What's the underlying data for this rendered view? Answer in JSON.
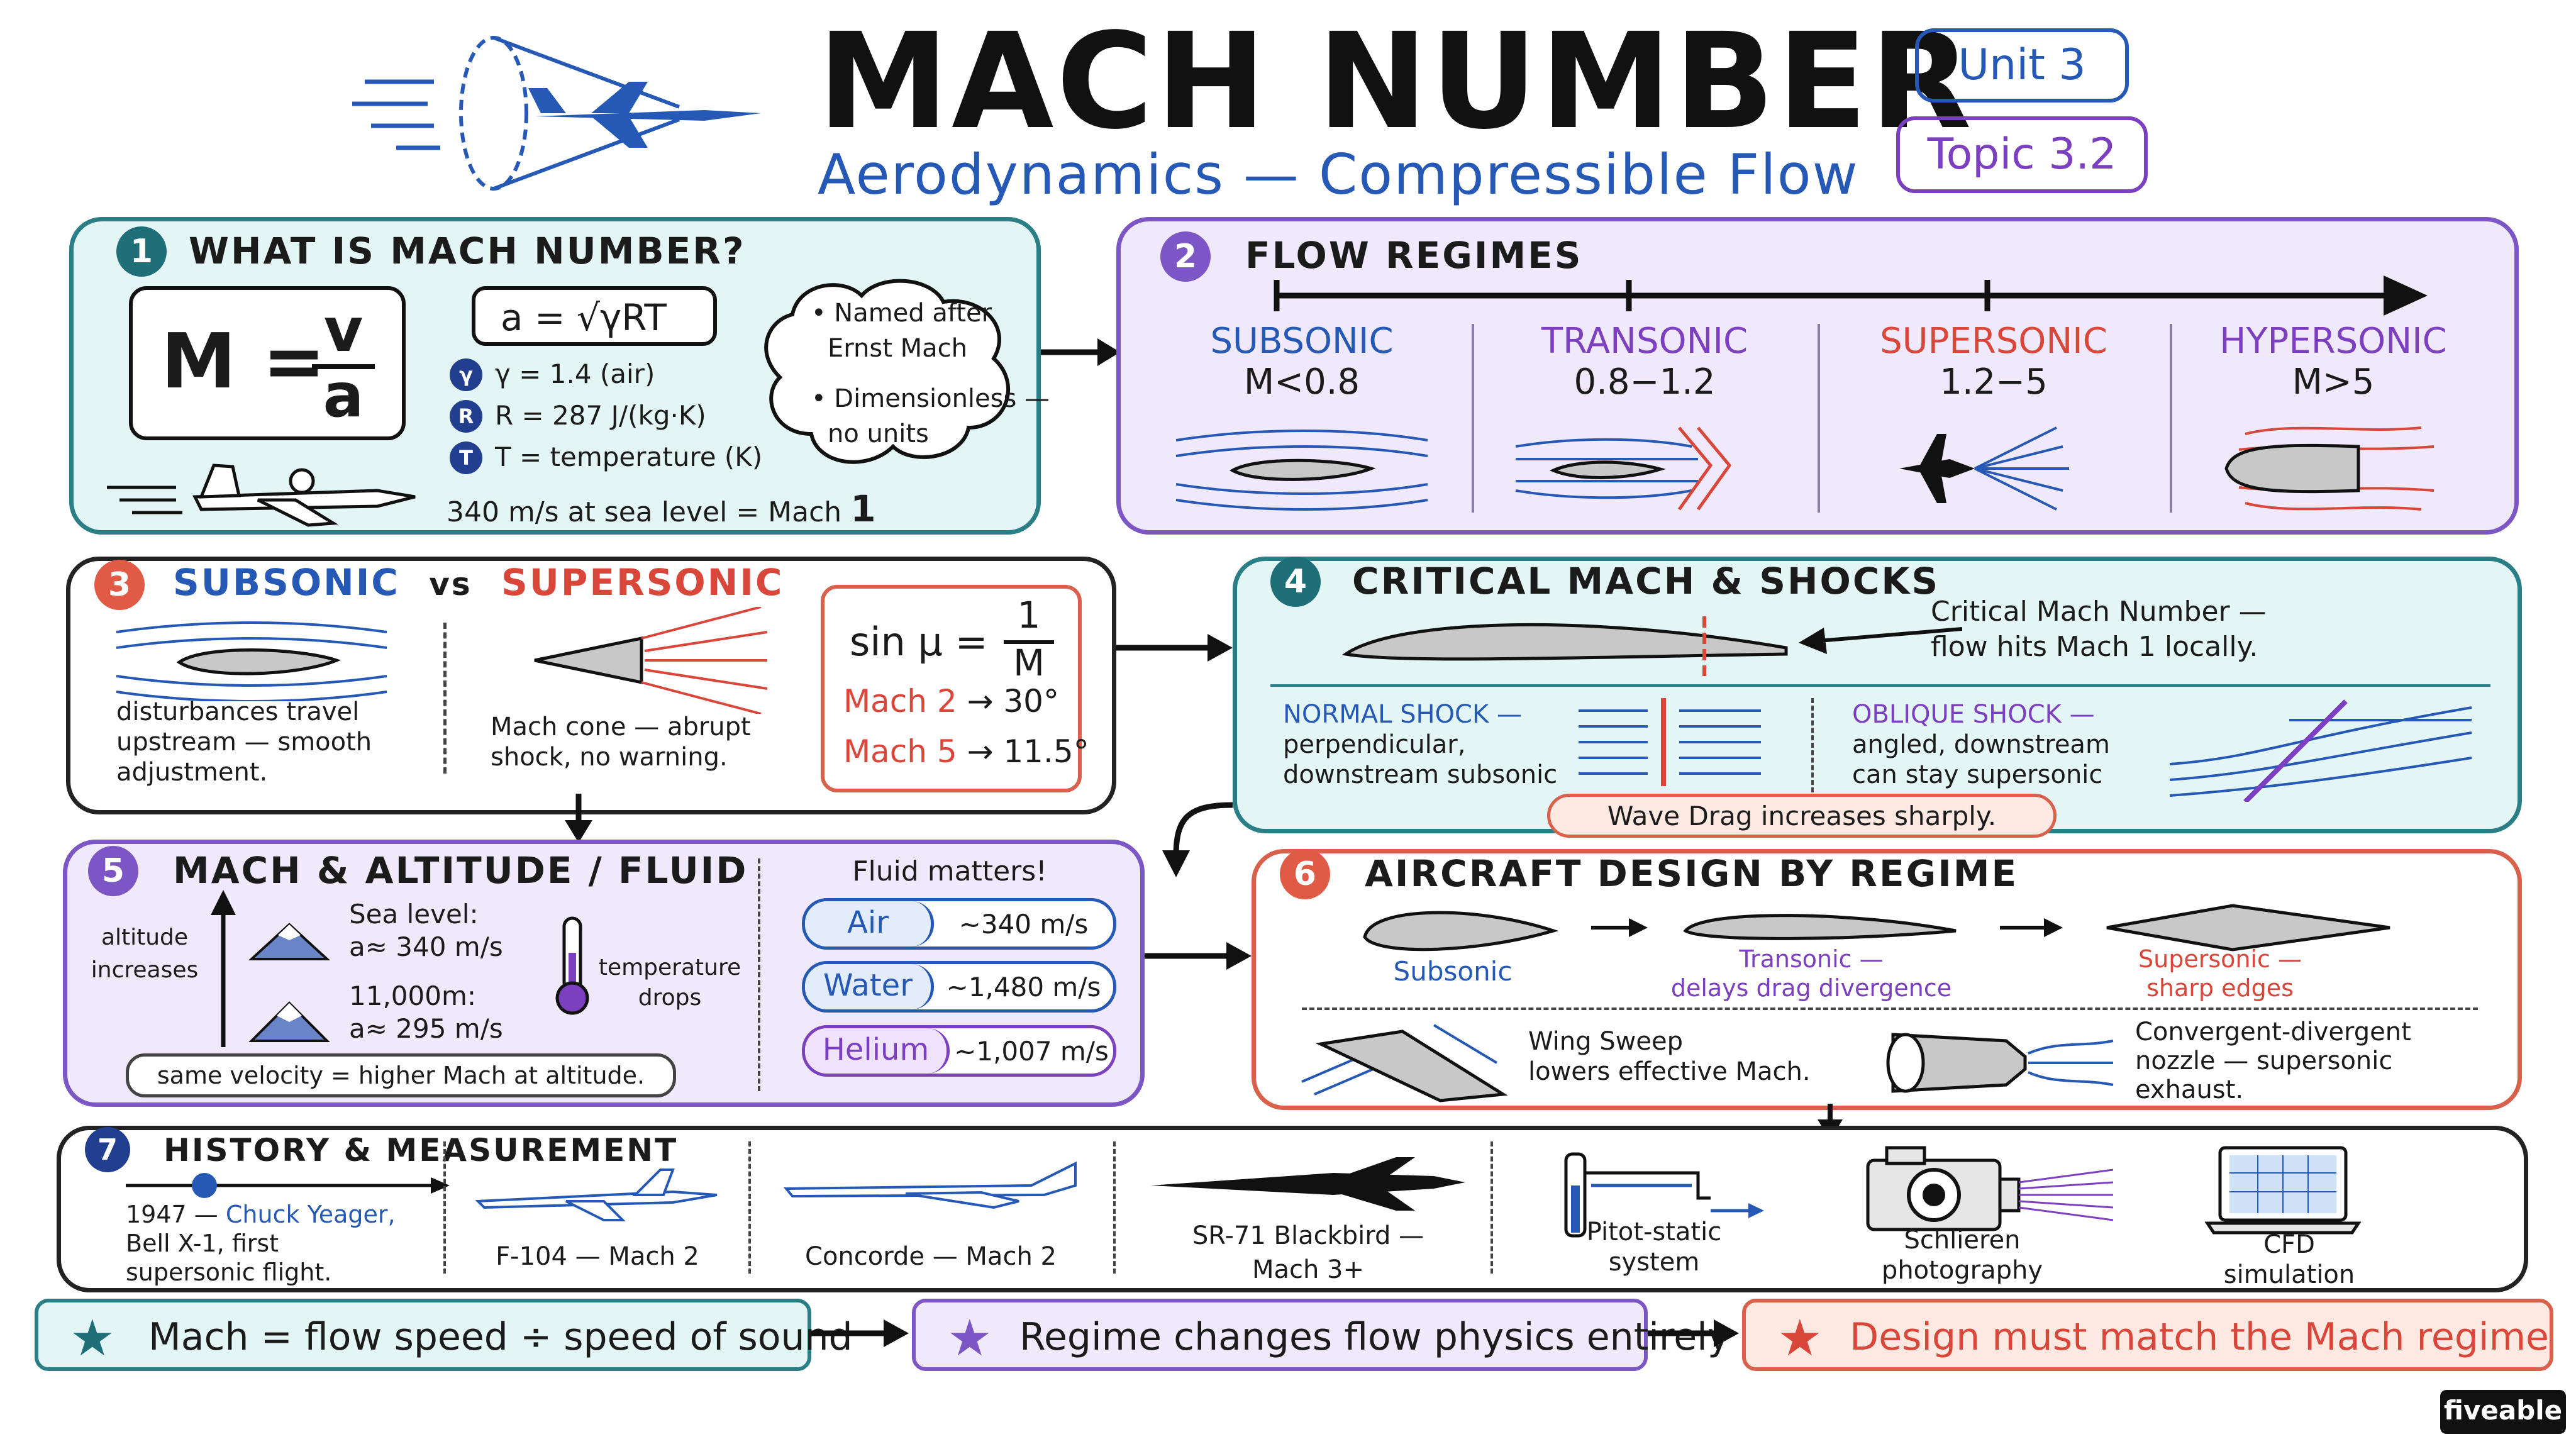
{
  "header": {
    "title": "MACH NUMBER",
    "subtitle": "Aerodynamics — Compressible Flow",
    "unit_badge": "Unit 3",
    "topic_badge": "Topic 3.2"
  },
  "s1": {
    "number": "1",
    "title": "WHAT IS MACH NUMBER?",
    "formula_m": "M =",
    "formula_num": "v",
    "formula_den": "a",
    "formula_a": "a = √γRT",
    "vars": [
      {
        "letter": "γ",
        "text": "γ = 1.4 (air)"
      },
      {
        "letter": "R",
        "text": "R = 287 J/(kg·K)"
      },
      {
        "letter": "T",
        "text": "T = temperature (K)"
      }
    ],
    "cloud": [
      "• Named after",
      "Ernst Mach",
      "• Dimensionless —",
      "no units"
    ],
    "sea_level": "340 m/s at sea level  =  Mach",
    "sea_level_num": "1"
  },
  "s2": {
    "number": "2",
    "title": "FLOW REGIMES",
    "regimes": [
      {
        "name": "SUBSONIC",
        "range": "M<0.8",
        "color": "#2559b5"
      },
      {
        "name": "TRANSONIC",
        "range": "0.8−1.2",
        "color": "#7b3fbf"
      },
      {
        "name": "SUPERSONIC",
        "range": "1.2−5",
        "color": "#d9473a"
      },
      {
        "name": "HYPERSONIC",
        "range": "M>5",
        "color": "#7b3fbf"
      }
    ]
  },
  "s3": {
    "number": "3",
    "title_a": "SUBSONIC",
    "title_vs": "vs",
    "title_b": "SUPERSONIC",
    "sub_text": [
      "disturbances travel",
      "upstream — smooth",
      "adjustment."
    ],
    "sup_text": [
      "Mach cone — abrupt",
      "shock, no warning."
    ],
    "formula_lhs": "sin μ =",
    "formula_num": "1",
    "formula_den": "M",
    "examples": [
      {
        "label": "Mach 2",
        "value": "→ 30°"
      },
      {
        "label": "Mach 5",
        "value": "→ 11.5°"
      }
    ]
  },
  "s4": {
    "number": "4",
    "title": "CRITICAL MACH & SHOCKS",
    "critical": [
      "Critical Mach Number —",
      "flow hits Mach 1  locally."
    ],
    "normal_title": "NORMAL SHOCK —",
    "normal_text": [
      "perpendicular,",
      "downstream subsonic"
    ],
    "oblique_title": "OBLIQUE SHOCK —",
    "oblique_text": [
      "angled, downstream",
      "can stay supersonic"
    ],
    "wave_drag": "Wave Drag increases sharply."
  },
  "s5": {
    "number": "5",
    "title": "MACH & ALTITUDE / FLUID",
    "altitude_label": [
      "altitude",
      "increases"
    ],
    "sea_level": [
      "Sea level:",
      "a≈ 340 m/s"
    ],
    "high_alt": [
      "11,000m:",
      "a≈ 295 m/s"
    ],
    "temp": [
      "temperature",
      "drops"
    ],
    "fluid_title": "Fluid matters!",
    "fluids": [
      {
        "name": "Air",
        "speed": "~340 m/s",
        "color": "#2559b5"
      },
      {
        "name": "Water",
        "speed": "~1,480 m/s",
        "color": "#2559b5"
      },
      {
        "name": "Helium",
        "speed": "~1,007 m/s",
        "color": "#7b3fbf"
      }
    ],
    "note": "same velocity  =  higher Mach at altitude."
  },
  "s6": {
    "number": "6",
    "title": "AIRCRAFT DESIGN BY REGIME",
    "subsonic": "Subsonic",
    "transonic": [
      "Transonic —",
      "delays drag divergence"
    ],
    "supersonic": [
      "Supersonic —",
      "sharp edges"
    ],
    "sweep": [
      "Wing Sweep",
      "lowers effective Mach."
    ],
    "nozzle": [
      "Convergent-divergent",
      "nozzle — supersonic",
      "exhaust."
    ]
  },
  "s7": {
    "number": "7",
    "title": "HISTORY & MEASUREMENT",
    "history": [
      "1947 —",
      "Chuck Yeager,",
      "Bell X-1, first",
      "supersonic flight."
    ],
    "aircraft": [
      "F-104 — Mach 2",
      "Concorde — Mach 2",
      "SR-71 Blackbird —",
      "Mach 3+"
    ],
    "tools": [
      [
        "Pitot-static",
        "system"
      ],
      [
        "Schlieren",
        "photography"
      ],
      [
        "CFD",
        "simulation"
      ]
    ]
  },
  "footer": [
    {
      "text": "Mach  =  flow speed ÷ speed of sound",
      "color": "#1e6f78"
    },
    {
      "text": "Regime changes flow physics entirely",
      "color": "#7b56c4"
    },
    {
      "text": "Design must match the Mach regime",
      "color": "#d9473a"
    }
  ],
  "brand": "fiveable"
}
